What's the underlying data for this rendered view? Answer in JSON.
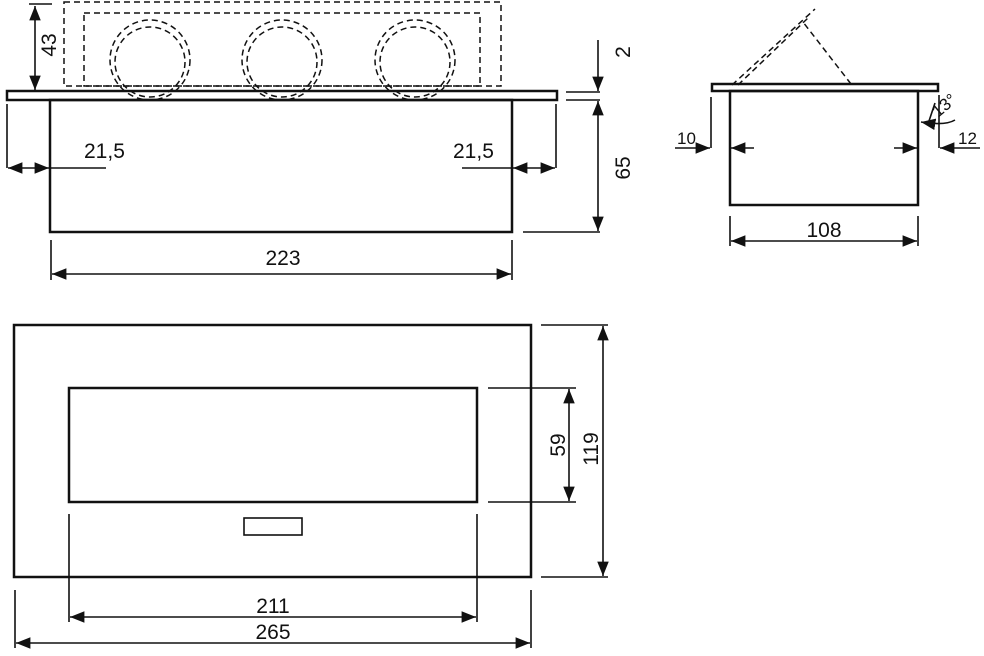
{
  "title": "Pop-up power socket box – dimension drawing",
  "front_view": {
    "height_top": "43",
    "plate_thickness": "2",
    "left_overhang": "21,5",
    "right_overhang": "21,5",
    "body_height": "65",
    "body_width": "223"
  },
  "side_view": {
    "left_overhang": "10",
    "right_overhang": "12",
    "angle": "13°",
    "body_depth": "108"
  },
  "top_view": {
    "opening_height": "59",
    "total_height": "119",
    "opening_width": "211",
    "total_width": "265"
  }
}
